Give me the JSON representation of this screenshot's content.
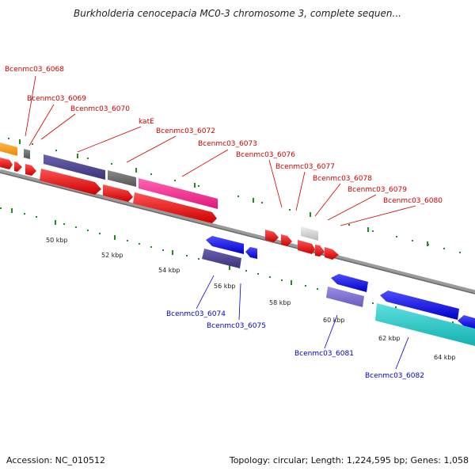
{
  "title": "Burkholderia cenocepacia MC0-3 chromosome 3, complete sequen...",
  "footer": {
    "accession": "Accession: NC_010512",
    "summary": "Topology: circular; Length: 1,224,595 bp; Genes: 1,058"
  },
  "scale_labels": [
    "50 kbp",
    "52 kbp",
    "54 kbp",
    "56 kbp",
    "58 kbp",
    "60 kbp",
    "62 kbp",
    "64 kbp"
  ],
  "gene_labels_top": [
    "Bcenmc03_6068",
    "Bcenmc03_6069",
    "Bcenmc03_6070",
    "katE",
    "Bcenmc03_6072",
    "Bcenmc03_6073",
    "Bcenmc03_6076",
    "Bcenmc03_6077",
    "Bcenmc03_6078",
    "Bcenmc03_6079",
    "Bcenmc03_6080"
  ],
  "gene_labels_bottom": [
    "Bcenmc03_6074",
    "Bcenmc03_6075",
    "Bcenmc03_6081",
    "Bcenmc03_6082"
  ],
  "colors": {
    "forward_label": "#cc0000",
    "reverse_label": "#0000cc",
    "backbone": "#888888",
    "tick": "#228b22"
  }
}
